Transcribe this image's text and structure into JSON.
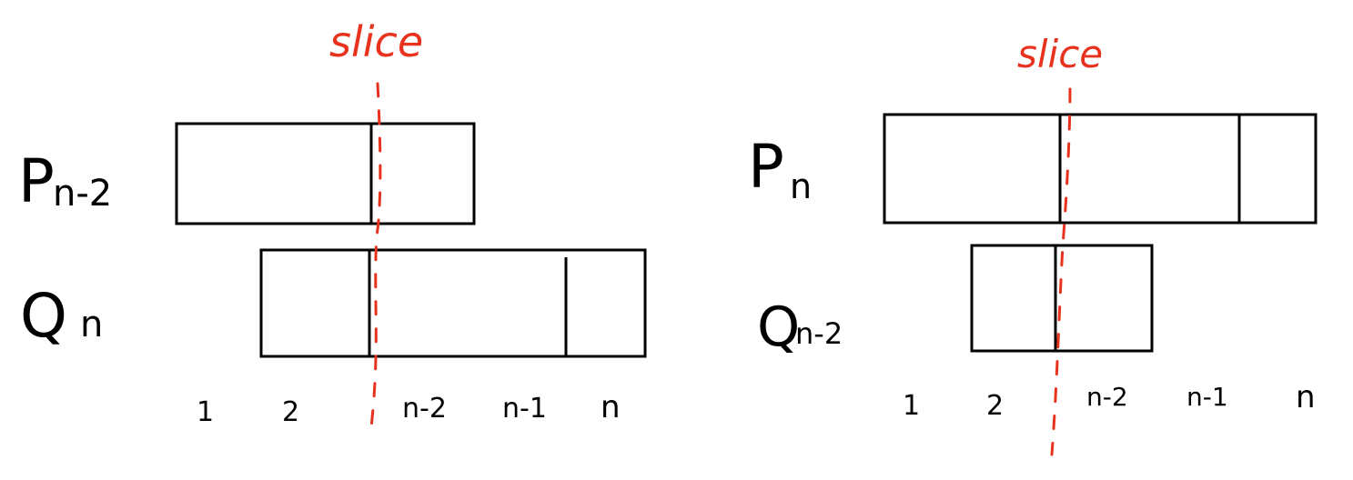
{
  "colors": {
    "ink": "#000000",
    "slice": "#e8321e",
    "background": "#ffffff"
  },
  "left_diagram": {
    "slice_label": "slice",
    "row1_label": "P",
    "row1_subscript": "n-2",
    "row2_label": "Q",
    "row2_subscript": "n",
    "columns": [
      "1",
      "2",
      "n-2",
      "n-1",
      "n"
    ]
  },
  "right_diagram": {
    "slice_label": "slice",
    "row1_label": "P",
    "row1_subscript": "n",
    "row2_label": "Q",
    "row2_subscript": "n-2",
    "columns": [
      "1",
      "2",
      "n-2",
      "n-1",
      "n"
    ]
  }
}
